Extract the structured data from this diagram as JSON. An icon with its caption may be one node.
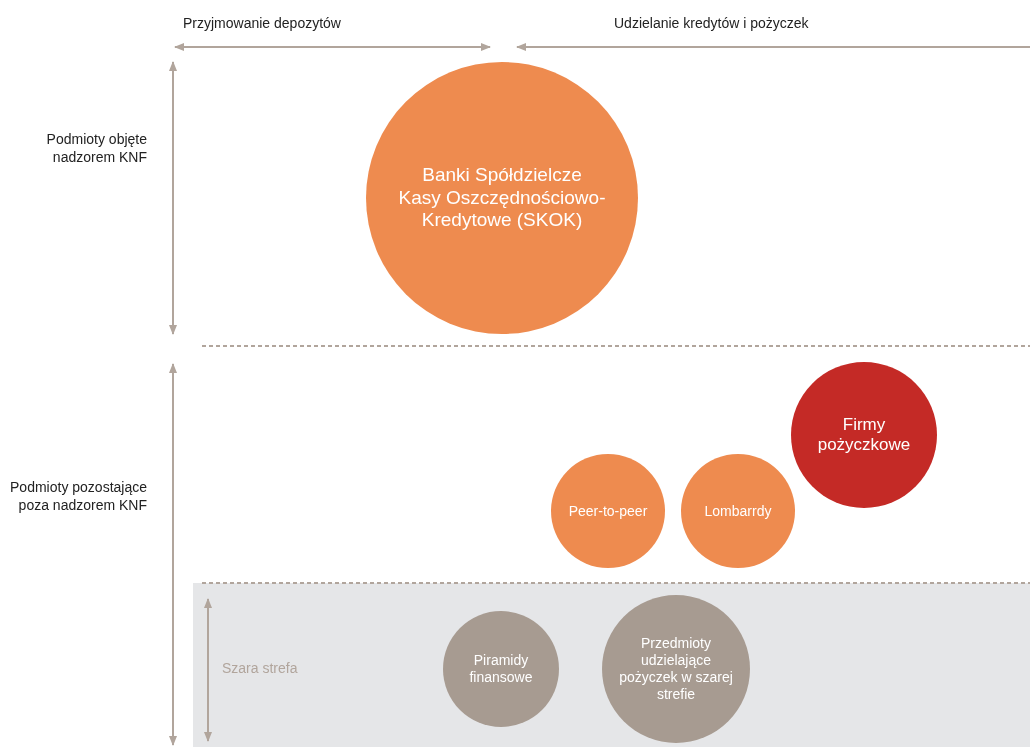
{
  "diagram": {
    "nodes": [
      {
        "text": [
          "Banki Spółdzielcze",
          "Kasy Oszczędnościowo-Kredytowe (SKOK)"
        ]
      },
      {
        "text": [
          "Firmy pożyczkowe"
        ]
      },
      {
        "text": [
          "Peer-to-peer"
        ]
      },
      {
        "text": [
          "Lombarrdy"
        ]
      },
      {
        "text": [
          "Szara strefa"
        ]
      },
      {
        "text": [
          "Piramidy finansowe"
        ],
        "in": 4
      },
      {
        "text": [
          "Przedmioty udzielające pożyczek w szarej strefie"
        ],
        "in": 4
      }
    ],
    "labels": [
      "Przyjmowanie depozytów",
      "Udzielanie kredytów i pożyczek",
      "Podmioty objęte nadzorem KNF",
      "Podmioty pozostające poza nadzorem KNF"
    ]
  }
}
